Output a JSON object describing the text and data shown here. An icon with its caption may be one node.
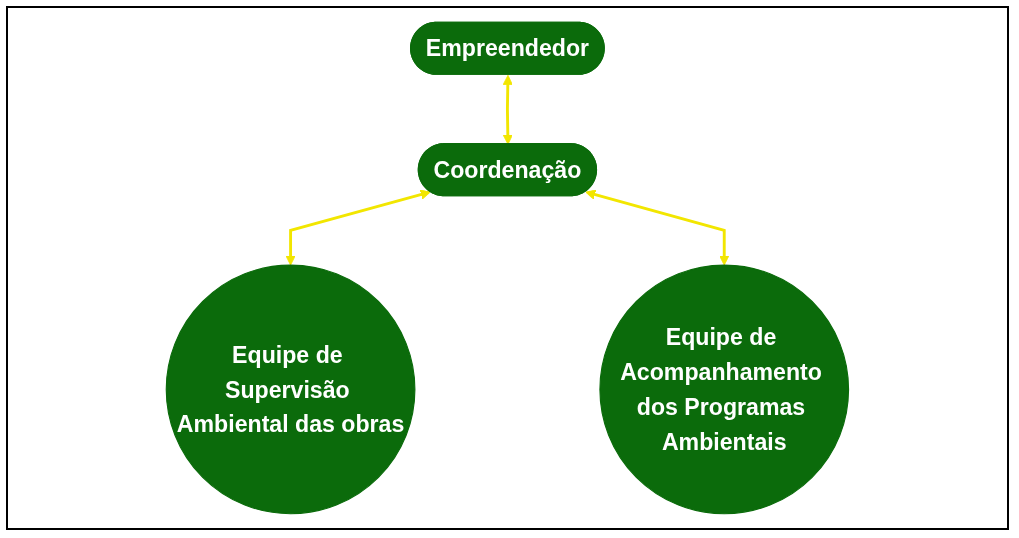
{
  "diagram": {
    "nodes": [
      {
        "text": [
          "Empreendedor"
        ]
      },
      {
        "text": [
          "Coordenação"
        ]
      },
      {
        "text": [
          "Equipe de Supervisão Ambiental das obras"
        ]
      },
      {
        "text": [
          "Equipe de Acompanhamento dos Programas Ambientais"
        ]
      }
    ],
    "edges": [
      {
        "from": 0,
        "to": 1,
        "arrow": "both"
      },
      {
        "from": 1,
        "to": 2,
        "arrow": "both"
      },
      {
        "from": 1,
        "to": 3,
        "arrow": "both"
      }
    ]
  }
}
